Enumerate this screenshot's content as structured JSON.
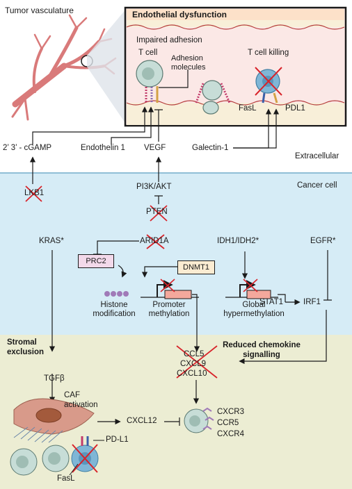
{
  "top": {
    "vasculature_label": "Tumor vasculature",
    "endothelial_title": "Endothelial dysfunction",
    "impaired_adhesion": "Impaired adhesion",
    "t_cell": "T cell",
    "adhesion_molecules": "Adhesion molecules",
    "t_cell_killing": "T cell killing",
    "fasl": "FasL",
    "pdl1": "PDL1"
  },
  "extracellular": {
    "cgamp": "2’ 3’ - cGAMP",
    "endothelin": "Endothelin 1",
    "vegf": "VEGF",
    "galectin": "Galectin-1",
    "region_label": "Extracellular"
  },
  "cancer": {
    "region_label": "Cancer cell",
    "lkb1": "LKB1",
    "pi3k": "PI3K/AKT",
    "pten": "PTEN",
    "kras": "KRAS*",
    "arid1a": "ARID1A",
    "idh": "IDH1/IDH2*",
    "egfr": "EGFR*",
    "prc2": "PRC2",
    "dnmt1": "DNMT1",
    "histone": "Histone modification",
    "promoter": "Promoter methylation",
    "global": "Global hypermethylation",
    "stat1": "STAT1",
    "irf1": "IRF1"
  },
  "stroma": {
    "stromal": "Stromal exclusion",
    "reduced": "Reduced chemokine signalling",
    "ccl5": "CCL5",
    "cxcl9": "CXCL9",
    "cxcl10": "CXCL10",
    "tgfb": "TGFβ",
    "caf": "CAF activation",
    "cxcl12": "CXCL12",
    "pdl1": "PD-L1",
    "fasl": "FasL",
    "cxcr3": "CXCR3",
    "ccr5": "CCR5",
    "cxcr4": "CXCR4"
  },
  "colors": {
    "cell_blue": "#d6ecf6",
    "stroma_beige": "#ecedd3",
    "cross_red": "#d8232a",
    "vessel": "#f4dedd",
    "prc2_fill": "#f3d9ea",
    "dnmt1_fill": "#fbecd2"
  }
}
